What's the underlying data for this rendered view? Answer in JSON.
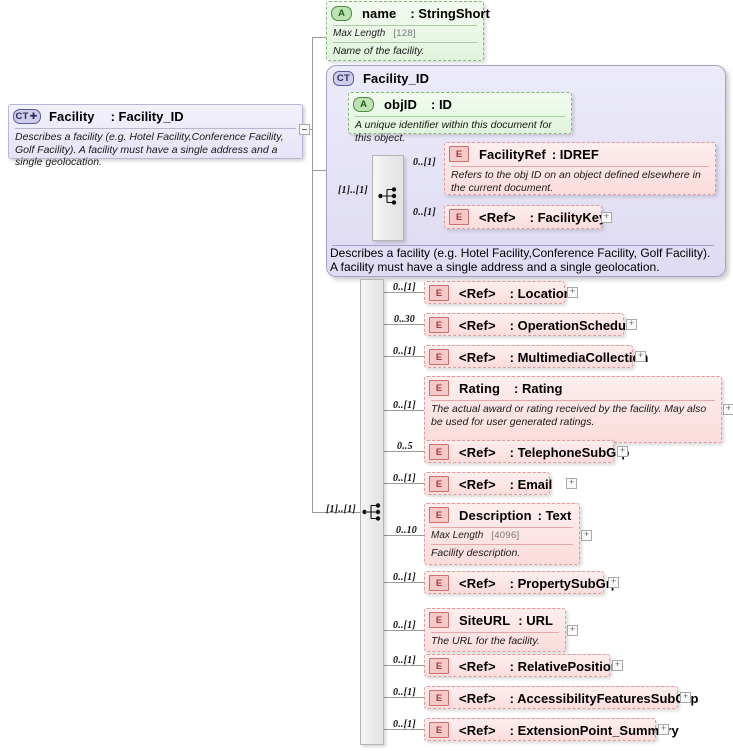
{
  "diagram": {
    "title": "Facility : Facility_ID",
    "root": {
      "icon": "complextype-expand-icon",
      "name": "Facility",
      "type": ": Facility_ID",
      "annotation": "Describes a facility (e.g. Hotel Facility,Conference Facility,  Golf Facility).  A facility must have a single address and a single geolocation."
    },
    "attribute_name": {
      "icon": "attribute-icon",
      "name": "name",
      "type": ": StringShort",
      "facet_label": "Max Length",
      "facet_value": "[128]",
      "annotation": "Name of the facility."
    },
    "complextype": {
      "icon": "complextype-icon",
      "name": "Facility_ID",
      "annotation": "Describes a facility (e.g. Hotel Facility,Conference Facility,  Golf Facility).  A facility must have a single address and a single geolocation.",
      "attribute": {
        "icon": "attribute-icon",
        "name": "objID",
        "type": ": ID",
        "annotation": "A unique identifier within this document for this object."
      },
      "sequence_cardinality": "[1]..[1]",
      "children": [
        {
          "icon": "element-icon",
          "cardinality": "0..[1]",
          "name": "FacilityRef",
          "type": ": IDREF",
          "annotation": "Refers to the obj ID on an object defined elsewhere in the current document.",
          "expandable": false
        },
        {
          "icon": "element-icon",
          "cardinality": "0..[1]",
          "name": "<Ref>",
          "type": ": FacilityKey",
          "annotation": null,
          "expandable": true
        }
      ]
    },
    "main_sequence_cardinality": "[1]..[1]",
    "elements": [
      {
        "icon": "element-icon",
        "cardinality": "0..[1]",
        "name": "<Ref>",
        "type": ": Location",
        "annotation": null,
        "facet_label": null,
        "facet_value": null,
        "expandable": true
      },
      {
        "icon": "element-icon",
        "cardinality": "0..30",
        "name": "<Ref>",
        "type": ": OperationSchedule",
        "annotation": null,
        "facet_label": null,
        "facet_value": null,
        "expandable": true
      },
      {
        "icon": "element-icon",
        "cardinality": "0..[1]",
        "name": "<Ref>",
        "type": ": MultimediaCollection",
        "annotation": null,
        "facet_label": null,
        "facet_value": null,
        "expandable": true
      },
      {
        "icon": "element-icon",
        "cardinality": "0..[1]",
        "name": "Rating",
        "type": ": Rating",
        "annotation": "The actual award or rating received by the facility.  May also be used for user generated ratings.",
        "facet_label": null,
        "facet_value": null,
        "expandable": true
      },
      {
        "icon": "element-icon",
        "cardinality": "0..5",
        "name": "<Ref>",
        "type": ": TelephoneSubGrp",
        "annotation": null,
        "facet_label": null,
        "facet_value": null,
        "expandable": true
      },
      {
        "icon": "element-icon",
        "cardinality": "0..[1]",
        "name": "<Ref>",
        "type": ": Email",
        "annotation": null,
        "facet_label": null,
        "facet_value": null,
        "expandable": true
      },
      {
        "icon": "element-icon",
        "cardinality": "0..10",
        "name": "Description",
        "type": ": Text",
        "annotation": "Facility description.",
        "facet_label": "Max Length",
        "facet_value": "[4096]",
        "expandable": true
      },
      {
        "icon": "element-icon",
        "cardinality": "0..[1]",
        "name": "<Ref>",
        "type": ": PropertySubGrp",
        "annotation": null,
        "facet_label": null,
        "facet_value": null,
        "expandable": true
      },
      {
        "icon": "element-icon",
        "cardinality": "0..[1]",
        "name": "SiteURL",
        "type": ": URL",
        "annotation": "The URL for the facility.",
        "facet_label": null,
        "facet_value": null,
        "expandable": true
      },
      {
        "icon": "element-icon",
        "cardinality": "0..[1]",
        "name": "<Ref>",
        "type": ": RelativePosition",
        "annotation": null,
        "facet_label": null,
        "facet_value": null,
        "expandable": true
      },
      {
        "icon": "element-icon",
        "cardinality": "0..[1]",
        "name": "<Ref>",
        "type": ": AccessibilityFeaturesSubGrp",
        "annotation": null,
        "facet_label": null,
        "facet_value": null,
        "expandable": true
      },
      {
        "icon": "element-icon",
        "cardinality": "0..[1]",
        "name": "<Ref>",
        "type": ": ExtensionPoint_Summary",
        "annotation": null,
        "facet_label": null,
        "facet_value": null,
        "expandable": true
      }
    ],
    "colors": {
      "complextype": "#dedbf3",
      "attribute": "#e2f4dd",
      "element": "#fbdcdc",
      "connector": "#9a9a9a"
    }
  }
}
